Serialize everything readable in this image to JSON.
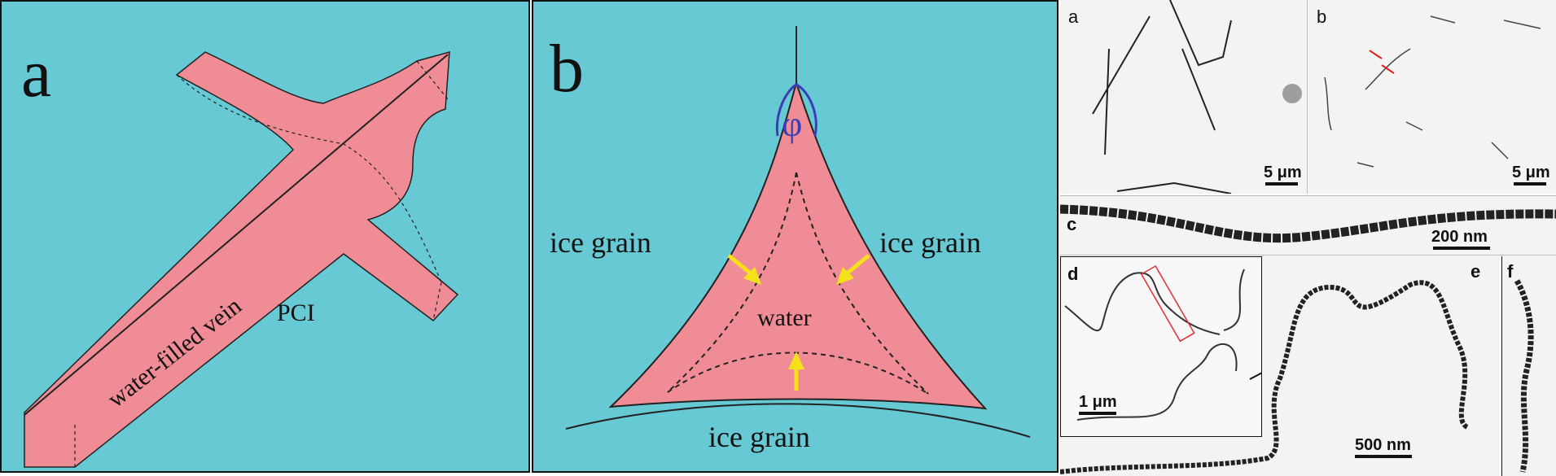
{
  "panel_a": {
    "letter": "a",
    "vein_label": "water-filled vein",
    "matrix_label": "PCI",
    "colors": {
      "background": "#67c9d4",
      "vein": "#f08c96",
      "outline": "#222222"
    }
  },
  "panel_b": {
    "letter": "b",
    "angle_symbol": "φ",
    "grain_left": "ice grain",
    "grain_right": "ice grain",
    "grain_bottom": "ice grain",
    "center_label": "water",
    "colors": {
      "background": "#67c9d4",
      "water": "#f08c96",
      "arrows": "#f5e11a",
      "angle": "#3b3fb5"
    }
  },
  "tem": {
    "a": {
      "letter": "a",
      "scale": "5 μm"
    },
    "b": {
      "letter": "b",
      "scale": "5 μm"
    },
    "c": {
      "letter": "c",
      "scale": "200 nm"
    },
    "d": {
      "letter": "d",
      "scale": "1 μm"
    },
    "e": {
      "letter": "e",
      "scale": "500 nm"
    },
    "f": {
      "letter": "f"
    }
  }
}
